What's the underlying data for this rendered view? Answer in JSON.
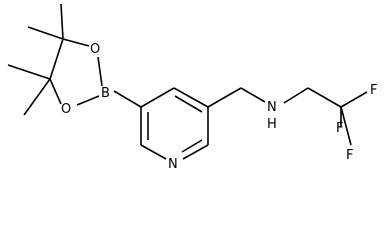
{
  "molecule": {
    "atom_labels": {
      "B": "B",
      "O_upper": "O",
      "O_lower": "O",
      "N_pyridine": "N",
      "N_amine": "N",
      "H_amine": "H",
      "F_right": "F",
      "F_top": "F",
      "F_bottom": "F"
    },
    "colors": {
      "bond": "#000000",
      "text": "#000000",
      "background": "#ffffff"
    }
  }
}
